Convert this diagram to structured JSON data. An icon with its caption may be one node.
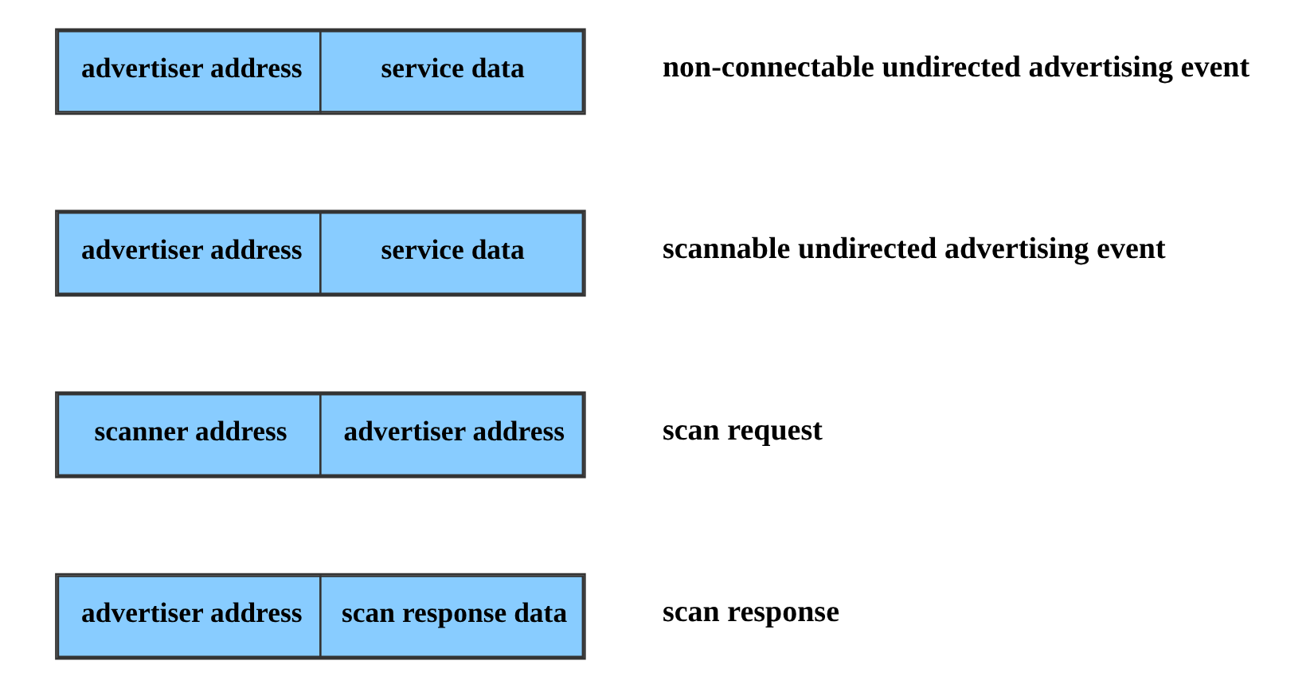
{
  "diagram": {
    "nodes": [
      {
        "text": [
          "advertiser address",
          "service data"
        ],
        "beside": [
          "non-connectable undirected advertising event"
        ]
      },
      {
        "text": [
          "advertiser address",
          "service data"
        ],
        "beside": [
          "scannable undirected advertising event"
        ]
      },
      {
        "text": [
          "scanner address",
          "advertiser address"
        ],
        "beside": [
          "scan request"
        ]
      },
      {
        "text": [
          "advertiser address",
          "scan response data"
        ],
        "beside": [
          "scan response"
        ]
      }
    ]
  }
}
